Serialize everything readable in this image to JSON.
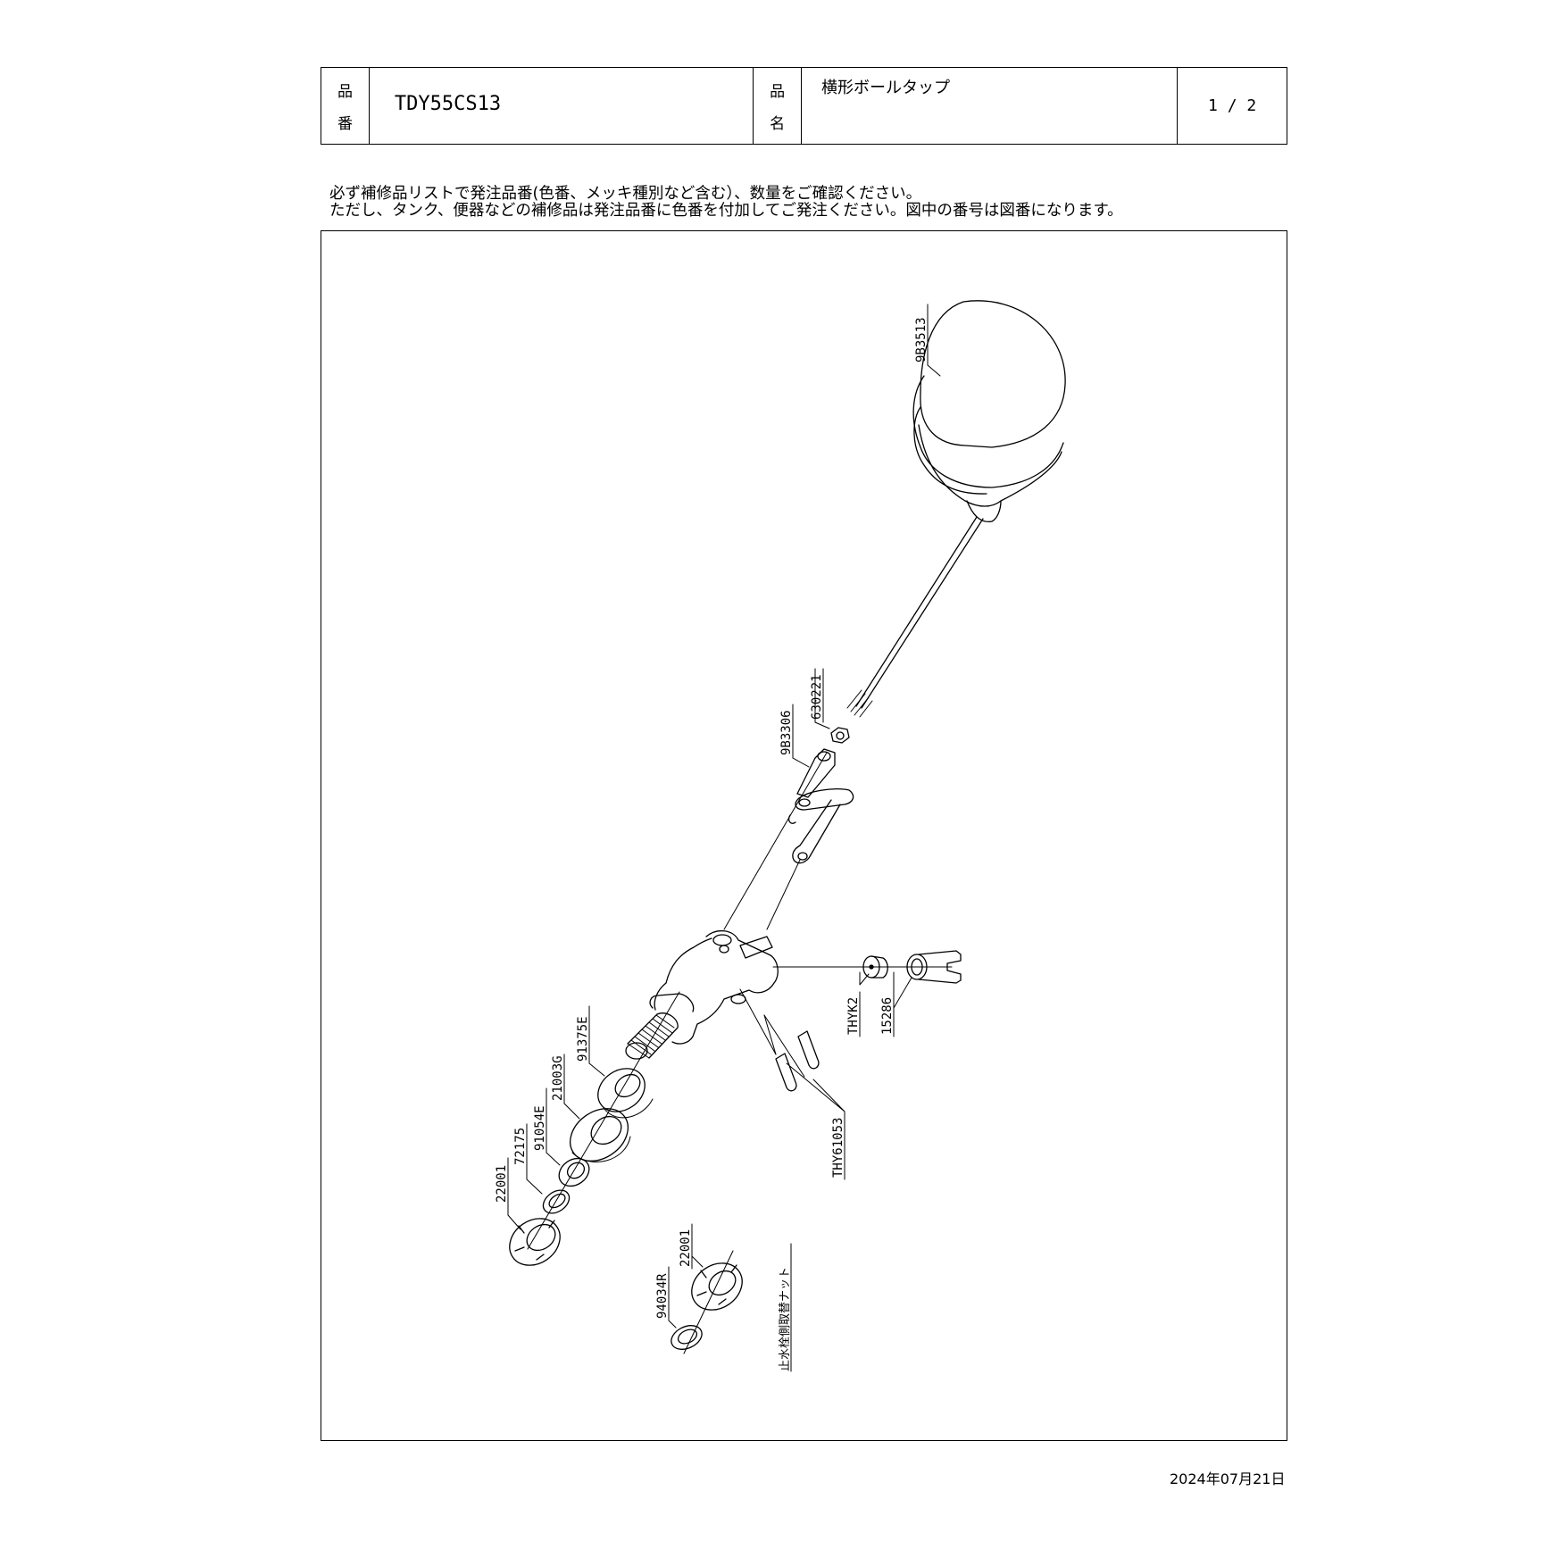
{
  "header": {
    "code_label_1": "品",
    "code_label_2": "番",
    "code_value": "TDY55CS13",
    "name_label_1": "品",
    "name_label_2": "名",
    "name_value": "横形ボールタップ",
    "page": "1 / 2"
  },
  "notes": {
    "line1": "必ず補修品リストで発注品番(色番、メッキ種別など含む）、数量をご確認ください。",
    "line2": "ただし、タンク、便器などの補修品は発注品番に色番を付加してご発注ください。図中の番号は図番になります。"
  },
  "parts": {
    "ball": "9B3513",
    "nut": "630221",
    "arm": "9B3306",
    "thyk2": "THYK2",
    "p15286": "15286",
    "pin": "THY61053",
    "p91375E": "91375E",
    "p21003G": "21003G",
    "p91054E": "91054E",
    "p72175": "72175",
    "p22001a": "22001",
    "p22001b": "22001",
    "p94034R": "94034R",
    "replacement_nut": "止水栓側取替ナット"
  },
  "footer": {
    "date": "2024年07月21日"
  }
}
